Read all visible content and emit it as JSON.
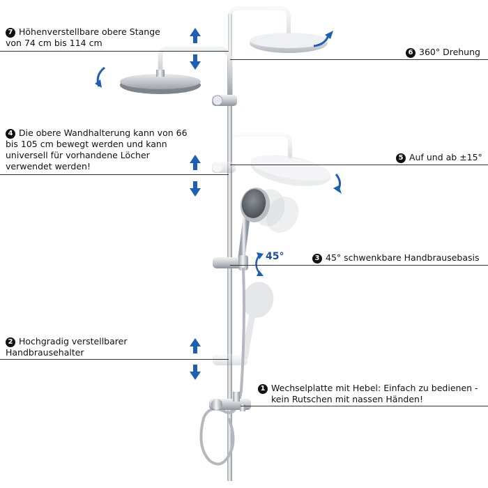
{
  "callouts": {
    "c7": {
      "num": "7",
      "line1": "Höhenverstellbare obere Stange",
      "line2": "von 74 cm bis 114 cm"
    },
    "c6": {
      "num": "6",
      "line1": "360° Drehung"
    },
    "c4": {
      "num": "4",
      "line1": "Die obere Wandhalterung kann von 66",
      "line2": "bis 105 cm bewegt werden und kann",
      "line3": "universell für vorhandene Löcher",
      "line4": "verwendet werden!"
    },
    "c5": {
      "num": "5",
      "line1": "Auf und ab ±15°"
    },
    "c3": {
      "num": "3",
      "line1": "45° schwenkbare Handbrausebasis"
    },
    "c2": {
      "num": "2",
      "line1": "Hochgradig verstellbarer",
      "line2": "Handbrausehalter"
    },
    "c1": {
      "num": "1",
      "line1": "Wechselplatte mit Hebel: Einfach zu bedienen -",
      "line2": "kein Rutschen mit nassen Händen!"
    }
  },
  "angle_label": "45°",
  "colors": {
    "arrow_blue": "#1d5fb5",
    "chrome": "#c9ccd1",
    "text": "#111111"
  }
}
